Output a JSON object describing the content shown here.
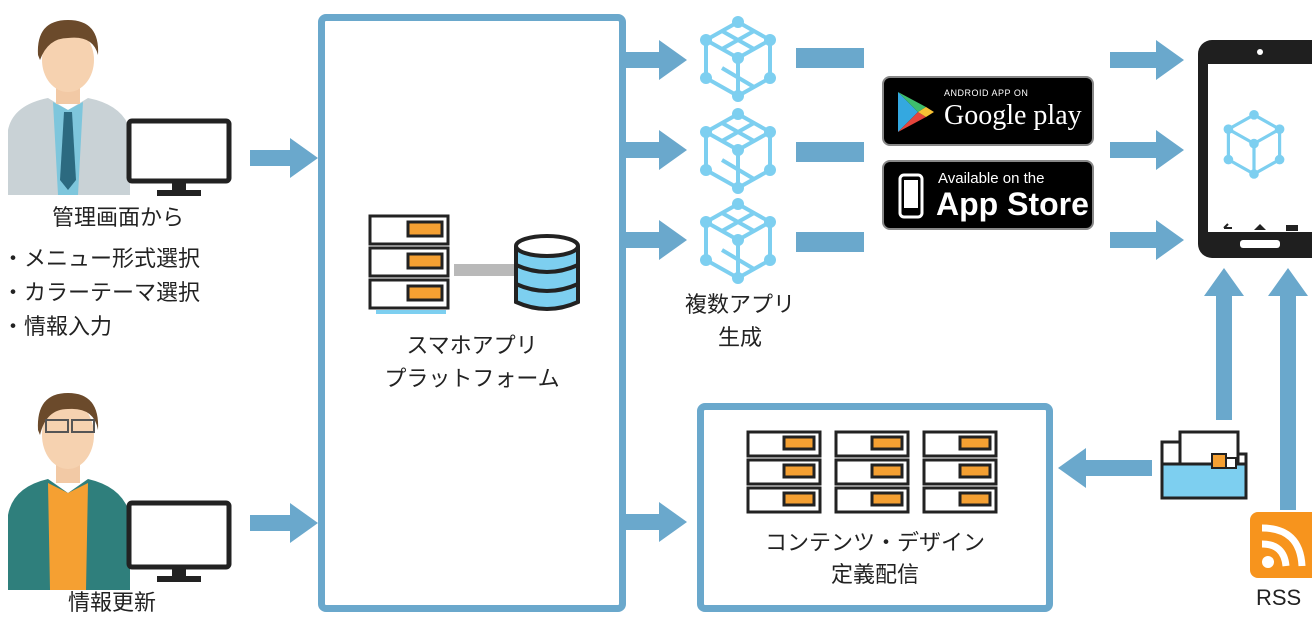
{
  "admin": {
    "title": "管理画面から",
    "items": [
      "・メニュー形式選択",
      "・カラーテーマ選択",
      "・情報入力"
    ]
  },
  "editor": {
    "caption": "情報更新"
  },
  "platform": {
    "line1": "スマホアプリ",
    "line2": "プラットフォーム"
  },
  "apps": {
    "line1": "複数アプリ",
    "line2": "生成"
  },
  "google_play": {
    "small": "ANDROID APP ON",
    "big": "Google play"
  },
  "app_store": {
    "small": "Available on the",
    "big": "App Store"
  },
  "content": {
    "line1": "コンテンツ・デザイン",
    "line2": "定義配信"
  },
  "rss": {
    "label": "RSS"
  },
  "colors": {
    "accent": "#6aa8cc",
    "cube": "#7dcff0",
    "orange": "#f5a032",
    "rss": "#f7941d"
  }
}
